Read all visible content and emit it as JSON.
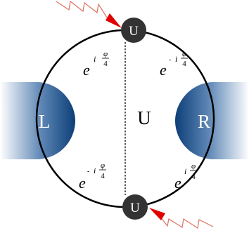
{
  "nodes": {
    "top": "U",
    "bottom": "U"
  },
  "center_label": "U",
  "leads": {
    "left": "L",
    "right": "R"
  },
  "phases": {
    "top_left": {
      "base": "e",
      "sign": "",
      "imag": "i",
      "numerator": "φ",
      "denominator": "4"
    },
    "top_right": {
      "base": "e",
      "sign": "-",
      "imag": "i",
      "numerator": "φ",
      "denominator": "4"
    },
    "bottom_left": {
      "base": "e",
      "sign": "-",
      "imag": "i",
      "numerator": "φ",
      "denominator": "4"
    },
    "bottom_right": {
      "base": "e",
      "sign": "",
      "imag": "i",
      "numerator": "φ",
      "denominator": "4"
    }
  },
  "colors": {
    "lead_dark": "#0d3f78",
    "node_fill": "#333333",
    "ring": "#000000",
    "wave": "#e07060",
    "arrow": "#e00000"
  }
}
